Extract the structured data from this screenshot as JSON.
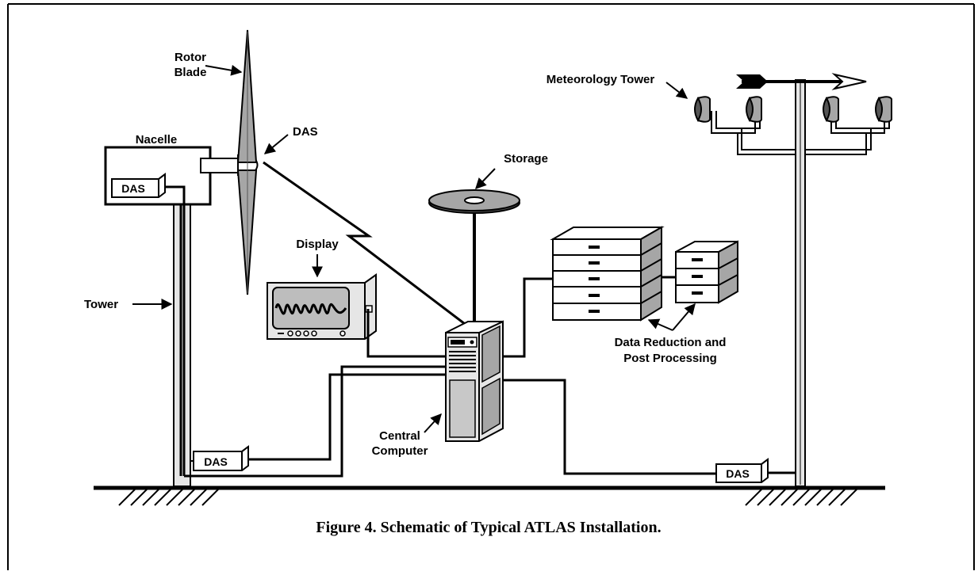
{
  "figure": {
    "caption": "Figure 4.  Schematic of Typical ATLAS Installation."
  },
  "labels": {
    "rotor_blade_line1": "Rotor",
    "rotor_blade_line2": "Blade",
    "nacelle": "Nacelle",
    "das_hub": "DAS",
    "tower": "Tower",
    "display": "Display",
    "storage": "Storage",
    "meteorology_tower": "Meteorology Tower",
    "data_reduction_line1": "Data Reduction and",
    "data_reduction_line2": "Post Processing",
    "central_computer_line1": "Central",
    "central_computer_line2": "Computer"
  },
  "das_boxes": {
    "nacelle": "DAS",
    "ground_left": "DAS",
    "ground_right": "DAS"
  }
}
